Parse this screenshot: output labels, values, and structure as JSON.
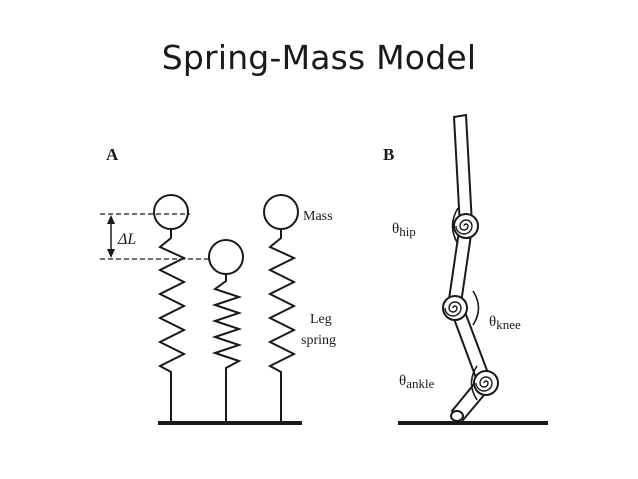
{
  "slide": {
    "title": "Spring-Mass Model"
  },
  "panel_a": {
    "label": "A",
    "delta_l": "ΔL",
    "mass_label": "Mass",
    "leg_spring_line1": "Leg",
    "leg_spring_line2": "spring"
  },
  "panel_b": {
    "label": "B",
    "theta_hip": {
      "symbol": "θ",
      "sub": "hip"
    },
    "theta_knee": {
      "symbol": "θ",
      "sub": "knee"
    },
    "theta_ankle": {
      "symbol": "θ",
      "sub": "ankle"
    }
  },
  "colors": {
    "ink": "#1a1a1a",
    "background": "#ffffff"
  }
}
